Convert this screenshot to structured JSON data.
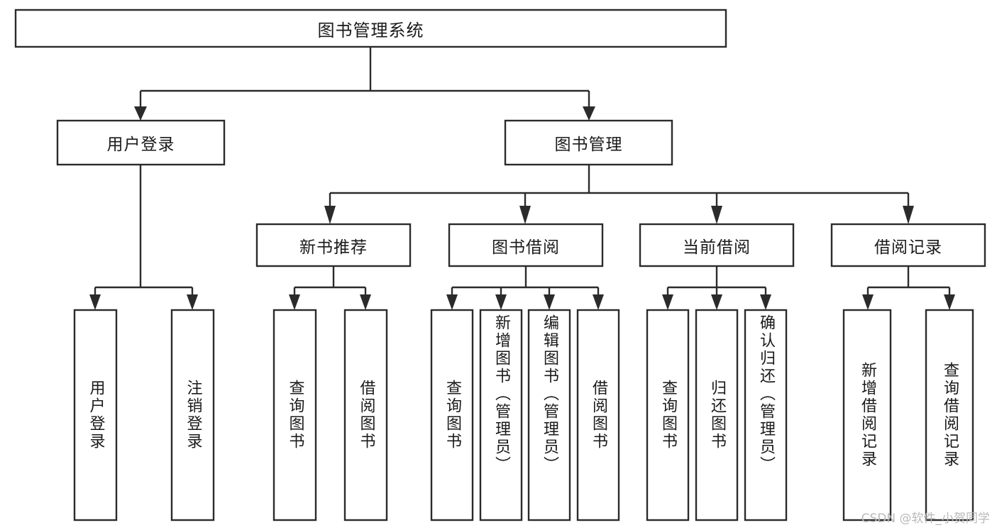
{
  "diagram": {
    "title": "图书管理系统",
    "type": "tree",
    "orientation": "top-down",
    "colors": {
      "stroke": "#2b2b2b",
      "fill": "#ffffff",
      "text": "#1a1a1a",
      "background": "#ffffff",
      "watermark": "#b9b9b9"
    },
    "root": {
      "label": "图书管理系统"
    },
    "level2": [
      {
        "label": "用户登录"
      },
      {
        "label": "图书管理"
      }
    ],
    "level3": [
      {
        "label": "新书推荐"
      },
      {
        "label": "图书借阅"
      },
      {
        "label": "当前借阅"
      },
      {
        "label": "借阅记录"
      }
    ],
    "leaves": {
      "user_login": [
        {
          "label": "用户登录"
        },
        {
          "label": "注销登录"
        }
      ],
      "new_book_recommend": [
        {
          "label": "查询图书"
        },
        {
          "label": "借阅图书"
        }
      ],
      "book_borrow": [
        {
          "label": "查询图书"
        },
        {
          "label": "新增图书（管理员）"
        },
        {
          "label": "编辑图书（管理员）"
        },
        {
          "label": "借阅图书"
        }
      ],
      "current_borrow": [
        {
          "label": "查询图书"
        },
        {
          "label": "归还图书"
        },
        {
          "label": "确认归还（管理员）"
        }
      ],
      "borrow_record": [
        {
          "label": "新增借阅记录"
        },
        {
          "label": "查询借阅记录"
        }
      ]
    },
    "watermark": "CSDN @软件_小贺同学"
  }
}
